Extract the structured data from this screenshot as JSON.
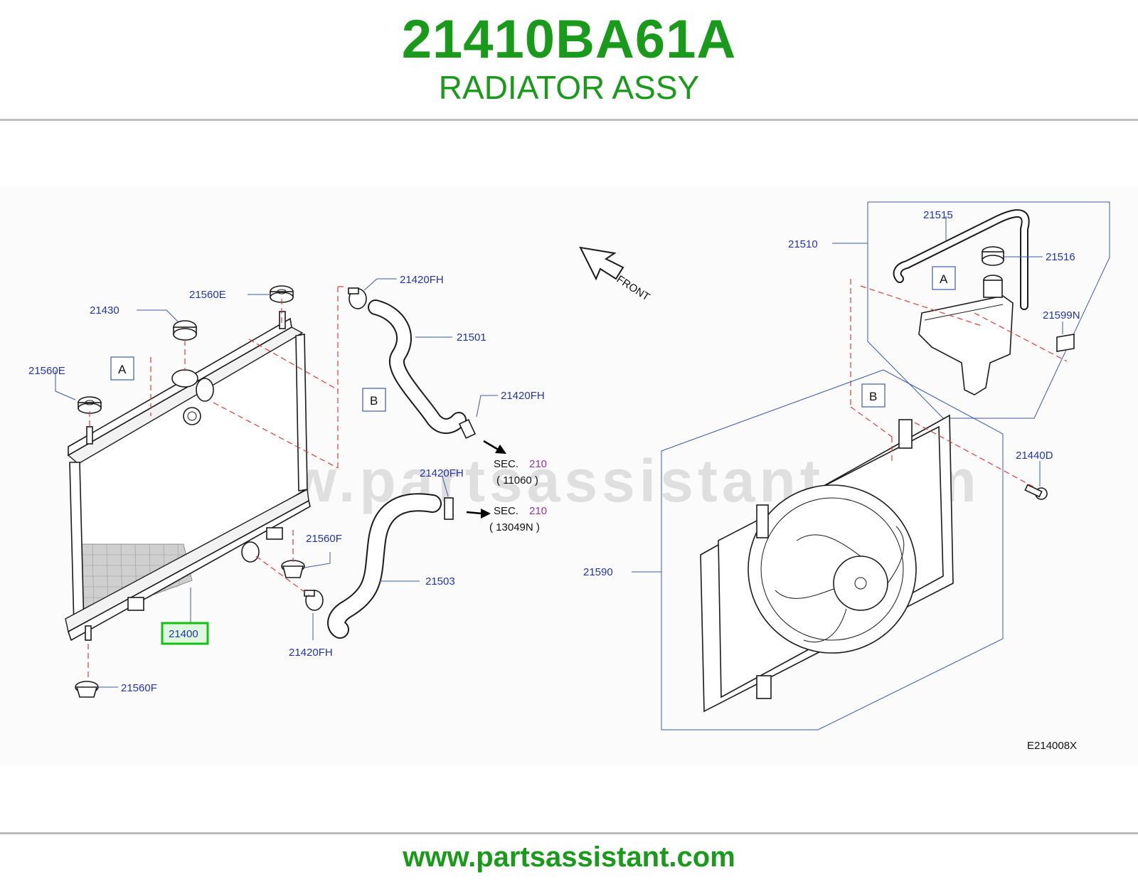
{
  "header": {
    "part_number": "21410BA61A",
    "part_name": "RADIATOR ASSY"
  },
  "diagram": {
    "watermark": "www.partsassistant.com",
    "front_label": "FRONT",
    "drawing_code": "E214008X",
    "ref_boxes": {
      "a_left": "A",
      "b_left": "B",
      "a_right": "A",
      "b_right": "B"
    },
    "labels": {
      "p21560E_top": "21560E",
      "p21430": "21430",
      "p21560E_left": "21560E",
      "p21420FH_top": "21420FH",
      "p21501": "21501",
      "p21420FH_mid": "21420FH",
      "p21420FH_lower": "21420FH",
      "p21503": "21503",
      "p21560F_right": "21560F",
      "p21400": "21400",
      "p21420FH_bottom": "21420FH",
      "p21560F_bottom": "21560F",
      "p21510": "21510",
      "p21515": "21515",
      "p21516": "21516",
      "p21599N": "21599N",
      "p21440D": "21440D",
      "p21590": "21590"
    },
    "sec_refs": [
      {
        "sec": "SEC.",
        "num": "210",
        "code": "( 11060 )"
      },
      {
        "sec": "SEC.",
        "num": "210",
        "code": "( 13049N )"
      }
    ],
    "highlight_color": "#13c013"
  },
  "footer": {
    "url": "www.partsassistant.com"
  }
}
